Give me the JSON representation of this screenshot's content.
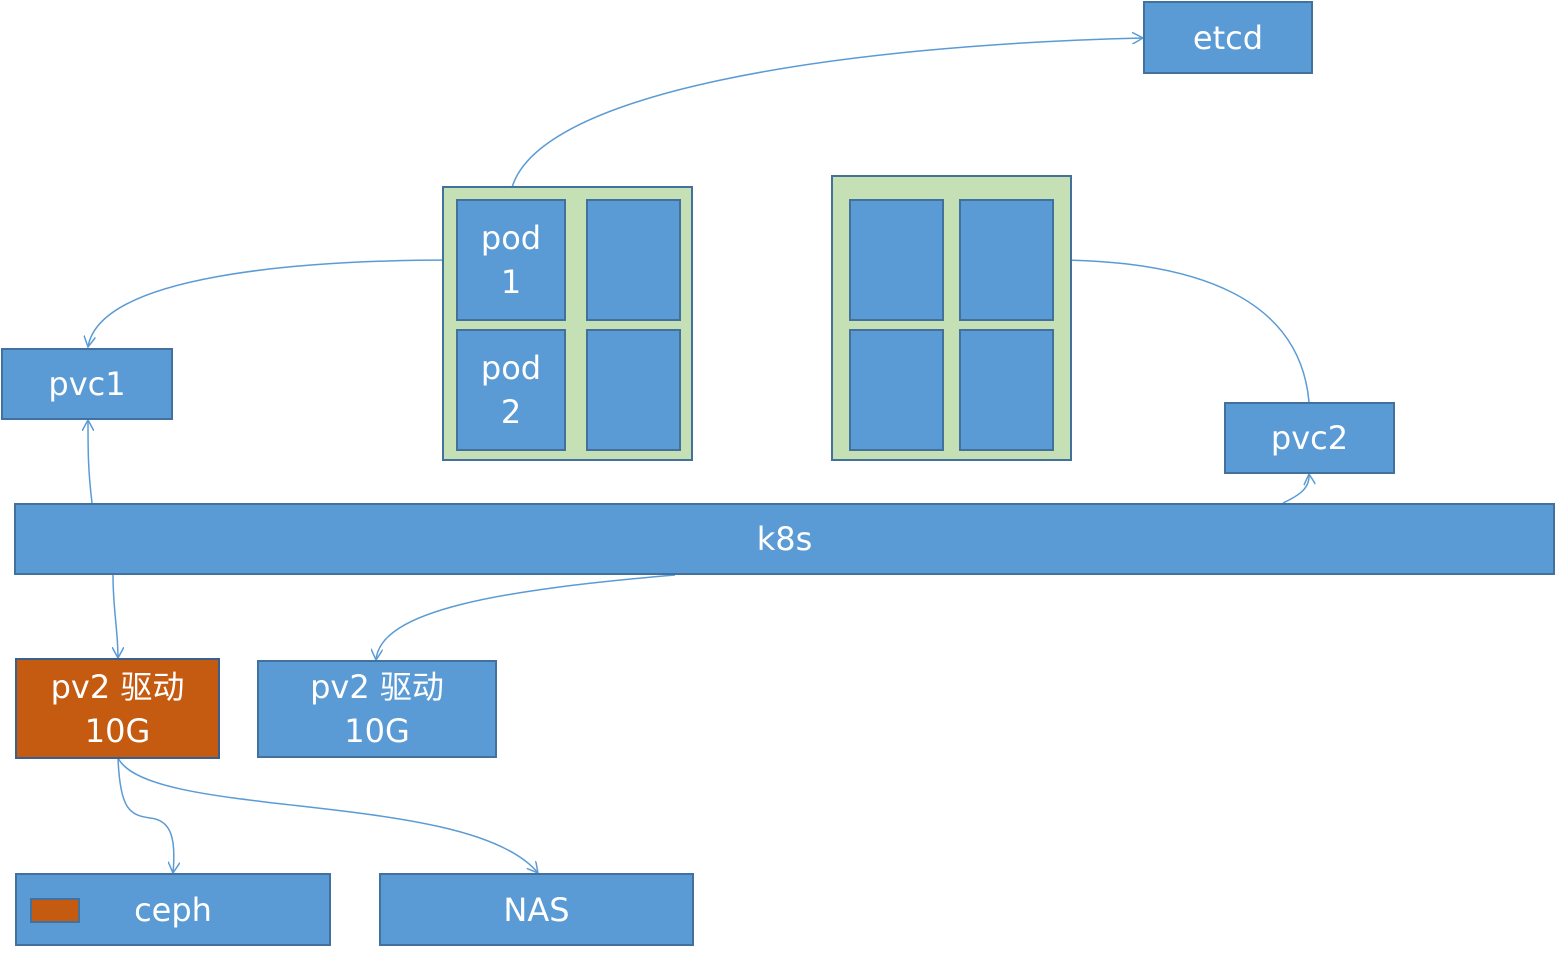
{
  "nodes": {
    "etcd": "etcd",
    "pvc1": "pvc1",
    "pvc2": "pvc2",
    "k8s": "k8s",
    "pv_orange": "pv2 驱动\n10G",
    "pv_blue": "pv2 驱动\n10G",
    "ceph": "ceph",
    "nas": "NAS"
  },
  "node1": {
    "pod1": {
      "line1": "pod",
      "line2": "1"
    },
    "pod2": {
      "line1": "pod",
      "line2": "2"
    }
  },
  "colors": {
    "box_fill": "#5b9bd5",
    "box_border": "#41719c",
    "node_fill": "#c5e0b4",
    "highlight_fill": "#c55a11",
    "text": "#ffffff",
    "connector": "#5b9bd5"
  }
}
